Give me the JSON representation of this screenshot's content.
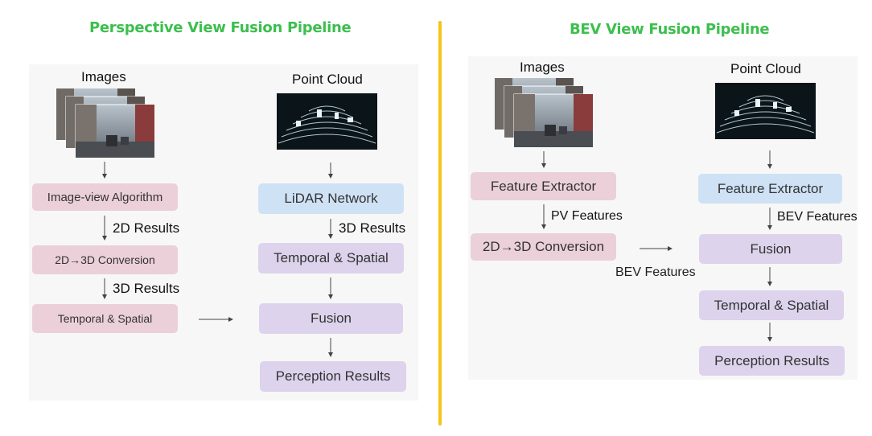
{
  "pv": {
    "title": "Perspective View Fusion Pipeline",
    "images_label": "Images",
    "pointcloud_label": "Point Cloud",
    "image_algo": "Image-view Algorithm",
    "edge_2d_results": "2D  Results",
    "conversion": "2D→3D  Conversion",
    "edge_3d_results_left": "3D  Results",
    "temporal_left": "Temporal & Spatial",
    "lidar_network": "LiDAR Network",
    "edge_3d_results_right": "3D  Results",
    "temporal_right": "Temporal & Spatial",
    "fusion": "Fusion",
    "perception": "Perception Results"
  },
  "bev": {
    "title": "BEV View Fusion Pipeline",
    "images_label": "Images",
    "pointcloud_label": "Point Cloud",
    "feature_extractor_left": "Feature Extractor",
    "pv_features": "PV Features",
    "conversion": "2D→3D Conversion",
    "bev_features_mid": "BEV Features",
    "feature_extractor_right": "Feature Extractor",
    "bev_features_right": "BEV Features",
    "fusion": "Fusion",
    "temporal": "Temporal & Spatial",
    "perception": "Perception Results"
  },
  "colors": {
    "title_green": "#3cbf4e",
    "divider_yellow": "#f5c518",
    "pink_box": "#ebd0d9",
    "blue_box": "#cfe2f5",
    "purple_box": "#ddd3ec"
  },
  "icons": {
    "images": "street-scene-image-stack",
    "point_cloud": "lidar-point-cloud-image"
  }
}
